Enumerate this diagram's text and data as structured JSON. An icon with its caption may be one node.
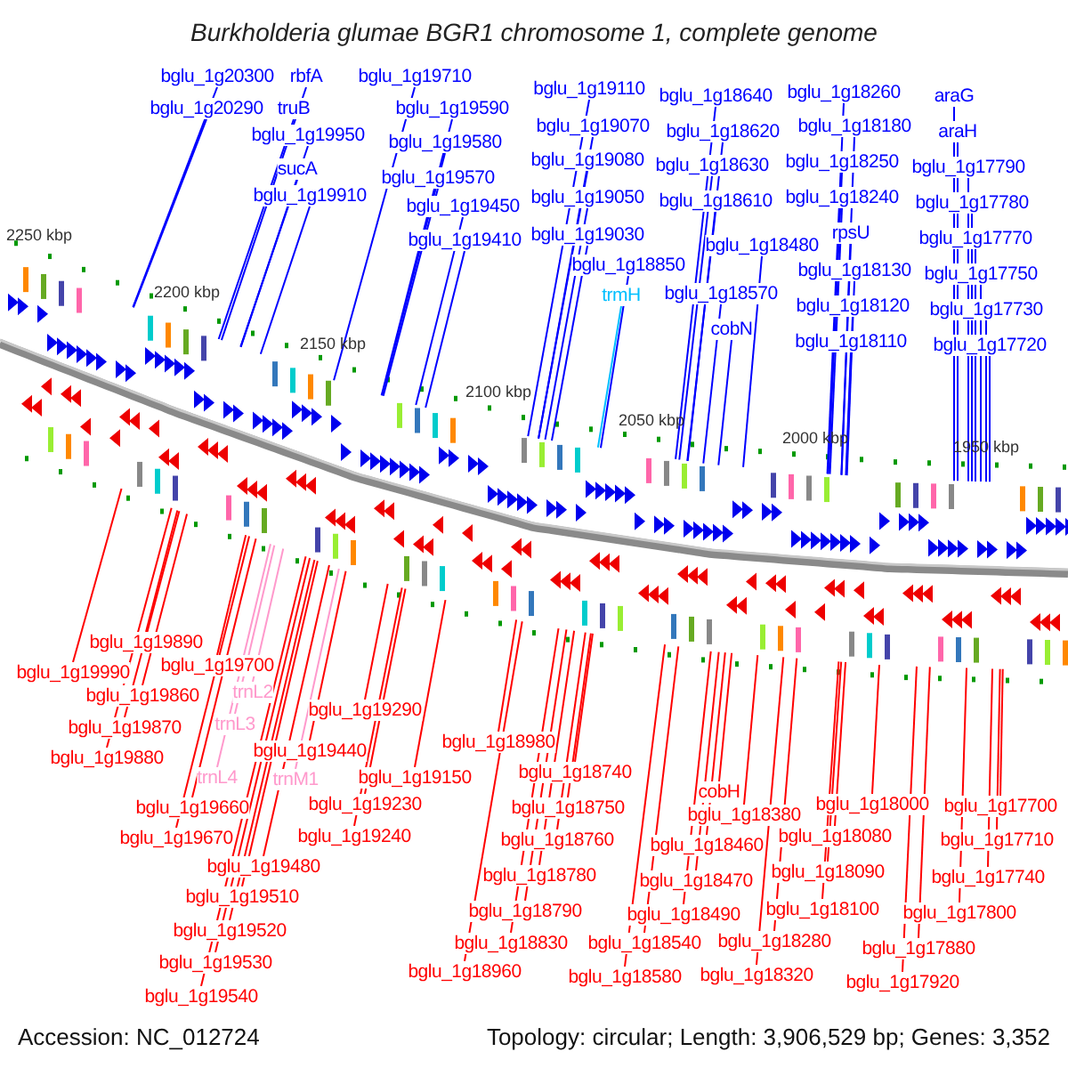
{
  "diagram": {
    "title": "Burkholderia glumae BGR1 chromosome 1, complete genome",
    "nodes": [
      {
        "text": [
          "bglu_1g20300"
        ]
      },
      {
        "text": [
          "rbfA"
        ]
      },
      {
        "text": [
          "bglu_1g20290"
        ]
      },
      {
        "text": [
          "truB"
        ]
      },
      {
        "text": [
          "bglu_1g19950"
        ]
      },
      {
        "text": [
          "sucA"
        ]
      },
      {
        "text": [
          "bglu_1g19910"
        ]
      },
      {
        "text": [
          "bglu_1g19710"
        ]
      },
      {
        "text": [
          "bglu_1g19590"
        ]
      },
      {
        "text": [
          "bglu_1g19580"
        ]
      },
      {
        "text": [
          "bglu_1g19570"
        ]
      },
      {
        "text": [
          "bglu_1g19450"
        ]
      },
      {
        "text": [
          "bglu_1g19410"
        ]
      },
      {
        "text": [
          "bglu_1g19110"
        ]
      },
      {
        "text": [
          "bglu_1g19070"
        ]
      },
      {
        "text": [
          "bglu_1g19080"
        ]
      },
      {
        "text": [
          "bglu_1g19050"
        ]
      },
      {
        "text": [
          "bglu_1g19030"
        ]
      },
      {
        "text": [
          "bglu_1g18850"
        ]
      },
      {
        "text": [
          "trmH"
        ]
      },
      {
        "text": [
          "bglu_1g18640"
        ]
      },
      {
        "text": [
          "bglu_1g18620"
        ]
      },
      {
        "text": [
          "bglu_1g18630"
        ]
      },
      {
        "text": [
          "bglu_1g18610"
        ]
      },
      {
        "text": [
          "bglu_1g18480"
        ]
      },
      {
        "text": [
          "bglu_1g18570"
        ]
      },
      {
        "text": [
          "cobN"
        ]
      },
      {
        "text": [
          "bglu_1g18260"
        ]
      },
      {
        "text": [
          "bglu_1g18180"
        ]
      },
      {
        "text": [
          "bglu_1g18250"
        ]
      },
      {
        "text": [
          "bglu_1g18240"
        ]
      },
      {
        "text": [
          "rpsU"
        ]
      },
      {
        "text": [
          "bglu_1g18130"
        ]
      },
      {
        "text": [
          "bglu_1g18120"
        ]
      },
      {
        "text": [
          "bglu_1g18110"
        ]
      },
      {
        "text": [
          "araG"
        ]
      },
      {
        "text": [
          "araH"
        ]
      },
      {
        "text": [
          "bglu_1g17790"
        ]
      },
      {
        "text": [
          "bglu_1g17780"
        ]
      },
      {
        "text": [
          "bglu_1g17770"
        ]
      },
      {
        "text": [
          "bglu_1g17750"
        ]
      },
      {
        "text": [
          "bglu_1g17730"
        ]
      },
      {
        "text": [
          "bglu_1g17720"
        ]
      },
      {
        "text": [
          "bglu_1g19890"
        ]
      },
      {
        "text": [
          "bglu_1g19990"
        ]
      },
      {
        "text": [
          "bglu_1g19700"
        ]
      },
      {
        "text": [
          "bglu_1g19860"
        ]
      },
      {
        "text": [
          "trnL2"
        ]
      },
      {
        "text": [
          "bglu_1g19870"
        ]
      },
      {
        "text": [
          "trnL3"
        ]
      },
      {
        "text": [
          "bglu_1g19880"
        ]
      },
      {
        "text": [
          "trnL4"
        ]
      },
      {
        "text": [
          "bglu_1g19290"
        ]
      },
      {
        "text": [
          "bglu_1g19440"
        ]
      },
      {
        "text": [
          "trnM1"
        ]
      },
      {
        "text": [
          "bglu_1g19150"
        ]
      },
      {
        "text": [
          "bglu_1g19230"
        ]
      },
      {
        "text": [
          "bglu_1g19660"
        ]
      },
      {
        "text": [
          "bglu_1g19240"
        ]
      },
      {
        "text": [
          "bglu_1g19670"
        ]
      },
      {
        "text": [
          "bglu_1g19480"
        ]
      },
      {
        "text": [
          "bglu_1g19510"
        ]
      },
      {
        "text": [
          "bglu_1g19520"
        ]
      },
      {
        "text": [
          "bglu_1g19530"
        ]
      },
      {
        "text": [
          "bglu_1g19540"
        ]
      },
      {
        "text": [
          "bglu_1g18980"
        ]
      },
      {
        "text": [
          "bglu_1g18740"
        ]
      },
      {
        "text": [
          "bglu_1g18750"
        ]
      },
      {
        "text": [
          "bglu_1g18760"
        ]
      },
      {
        "text": [
          "bglu_1g18780"
        ]
      },
      {
        "text": [
          "bglu_1g18790"
        ]
      },
      {
        "text": [
          "bglu_1g18830"
        ]
      },
      {
        "text": [
          "bglu_1g18960"
        ]
      },
      {
        "text": [
          "cobH"
        ]
      },
      {
        "text": [
          "bglu_1g18380"
        ]
      },
      {
        "text": [
          "bglu_1g18460"
        ]
      },
      {
        "text": [
          "bglu_1g18470"
        ]
      },
      {
        "text": [
          "bglu_1g18490"
        ]
      },
      {
        "text": [
          "bglu_1g18540"
        ]
      },
      {
        "text": [
          "bglu_1g18580"
        ]
      },
      {
        "text": [
          "bglu_1g18280"
        ]
      },
      {
        "text": [
          "bglu_1g18320"
        ]
      },
      {
        "text": [
          "bglu_1g18000"
        ]
      },
      {
        "text": [
          "bglu_1g18080"
        ]
      },
      {
        "text": [
          "bglu_1g18090"
        ]
      },
      {
        "text": [
          "bglu_1g18100"
        ]
      },
      {
        "text": [
          "bglu_1g17700"
        ]
      },
      {
        "text": [
          "bglu_1g17710"
        ]
      },
      {
        "text": [
          "bglu_1g17740"
        ]
      },
      {
        "text": [
          "bglu_1g17800"
        ]
      },
      {
        "text": [
          "bglu_1g17880"
        ]
      },
      {
        "text": [
          "bglu_1g17920"
        ]
      }
    ],
    "edges": [
      {
        "from": 0,
        "to": null,
        "arrow": "none",
        "color": "#0000ff"
      },
      {
        "from": 1,
        "to": null,
        "arrow": "none",
        "color": "#0000ff"
      },
      {
        "from": 2,
        "to": null,
        "arrow": "none",
        "color": "#0000ff"
      },
      {
        "from": 3,
        "to": null,
        "arrow": "none",
        "color": "#0000ff"
      },
      {
        "from": 4,
        "to": null,
        "arrow": "none",
        "color": "#0000ff"
      },
      {
        "from": 5,
        "to": null,
        "arrow": "none",
        "color": "#0000ff"
      },
      {
        "from": 6,
        "to": null,
        "arrow": "none",
        "color": "#0000ff"
      },
      {
        "from": 7,
        "to": null,
        "arrow": "none",
        "color": "#0000ff"
      },
      {
        "from": 8,
        "to": null,
        "arrow": "none",
        "color": "#0000ff"
      },
      {
        "from": 9,
        "to": null,
        "arrow": "none",
        "color": "#0000ff"
      },
      {
        "from": 10,
        "to": null,
        "arrow": "none",
        "color": "#0000ff"
      },
      {
        "from": 11,
        "to": null,
        "arrow": "none",
        "color": "#0000ff"
      },
      {
        "from": 12,
        "to": null,
        "arrow": "none",
        "color": "#0000ff"
      },
      {
        "from": 13,
        "to": null,
        "arrow": "none",
        "color": "#0000ff"
      },
      {
        "from": 14,
        "to": null,
        "arrow": "none",
        "color": "#0000ff"
      },
      {
        "from": 15,
        "to": null,
        "arrow": "none",
        "color": "#0000ff"
      },
      {
        "from": 16,
        "to": null,
        "arrow": "none",
        "color": "#0000ff"
      },
      {
        "from": 17,
        "to": null,
        "arrow": "none",
        "color": "#0000ff"
      },
      {
        "from": 18,
        "to": null,
        "arrow": "none",
        "color": "#0000ff"
      },
      {
        "from": 19,
        "to": null,
        "arrow": "none",
        "color": "#00bfff"
      },
      {
        "from": 20,
        "to": null,
        "arrow": "none",
        "color": "#0000ff"
      },
      {
        "from": 21,
        "to": null,
        "arrow": "none",
        "color": "#0000ff"
      },
      {
        "from": 22,
        "to": null,
        "arrow": "none",
        "color": "#0000ff"
      },
      {
        "from": 23,
        "to": null,
        "arrow": "none",
        "color": "#0000ff"
      },
      {
        "from": 24,
        "to": null,
        "arrow": "none",
        "color": "#0000ff"
      },
      {
        "from": 25,
        "to": null,
        "arrow": "none",
        "color": "#0000ff"
      },
      {
        "from": 26,
        "to": null,
        "arrow": "none",
        "color": "#0000ff"
      },
      {
        "from": 27,
        "to": null,
        "arrow": "none",
        "color": "#0000ff"
      },
      {
        "from": 28,
        "to": null,
        "arrow": "none",
        "color": "#0000ff"
      },
      {
        "from": 29,
        "to": null,
        "arrow": "none",
        "color": "#0000ff"
      },
      {
        "from": 30,
        "to": null,
        "arrow": "none",
        "color": "#0000ff"
      },
      {
        "from": 31,
        "to": null,
        "arrow": "none",
        "color": "#0000ff"
      },
      {
        "from": 32,
        "to": null,
        "arrow": "none",
        "color": "#0000ff"
      },
      {
        "from": 33,
        "to": null,
        "arrow": "none",
        "color": "#0000ff"
      },
      {
        "from": 34,
        "to": null,
        "arrow": "none",
        "color": "#0000ff"
      },
      {
        "from": 35,
        "to": null,
        "arrow": "none",
        "color": "#0000ff"
      },
      {
        "from": 36,
        "to": null,
        "arrow": "none",
        "color": "#0000ff"
      },
      {
        "from": 37,
        "to": null,
        "arrow": "none",
        "color": "#0000ff"
      },
      {
        "from": 38,
        "to": null,
        "arrow": "none",
        "color": "#0000ff"
      },
      {
        "from": 39,
        "to": null,
        "arrow": "none",
        "color": "#0000ff"
      },
      {
        "from": 40,
        "to": null,
        "arrow": "none",
        "color": "#0000ff"
      },
      {
        "from": 41,
        "to": null,
        "arrow": "none",
        "color": "#0000ff"
      },
      {
        "from": 42,
        "to": null,
        "arrow": "none",
        "color": "#0000ff"
      },
      {
        "from": 43,
        "to": null,
        "arrow": "none"
      },
      {
        "from": 44,
        "to": null,
        "arrow": "none"
      },
      {
        "from": 45,
        "to": null,
        "arrow": "none"
      },
      {
        "from": 46,
        "to": null,
        "arrow": "none"
      },
      {
        "from": 47,
        "to": null,
        "arrow": "none",
        "color": "#ff99cc"
      },
      {
        "from": 48,
        "to": null,
        "arrow": "none"
      },
      {
        "from": 49,
        "to": null,
        "arrow": "none",
        "color": "#ff99cc"
      },
      {
        "from": 50,
        "to": null,
        "arrow": "none"
      },
      {
        "from": 51,
        "to": null,
        "arrow": "none",
        "color": "#ff99cc"
      },
      {
        "from": 52,
        "to": null,
        "arrow": "none"
      },
      {
        "from": 53,
        "to": null,
        "arrow": "none"
      },
      {
        "from": 54,
        "to": null,
        "arrow": "none",
        "color": "#ff99cc"
      },
      {
        "from": 55,
        "to": null,
        "arrow": "none"
      },
      {
        "from": 56,
        "to": null,
        "arrow": "none"
      },
      {
        "from": 57,
        "to": null,
        "arrow": "none"
      },
      {
        "from": 58,
        "to": null,
        "arrow": "none"
      },
      {
        "from": 59,
        "to": null,
        "arrow": "none"
      },
      {
        "from": 60,
        "to": null,
        "arrow": "none"
      },
      {
        "from": 61,
        "to": null,
        "arrow": "none"
      },
      {
        "from": 62,
        "to": null,
        "arrow": "none"
      },
      {
        "from": 63,
        "to": null,
        "arrow": "none"
      },
      {
        "from": 64,
        "to": null,
        "arrow": "none"
      },
      {
        "from": 65,
        "to": null,
        "arrow": "none"
      },
      {
        "from": 66,
        "to": null,
        "arrow": "none"
      },
      {
        "from": 67,
        "to": null,
        "arrow": "none"
      },
      {
        "from": 68,
        "to": null,
        "arrow": "none"
      },
      {
        "from": 69,
        "to": null,
        "arrow": "none"
      },
      {
        "from": 70,
        "to": null,
        "arrow": "none"
      },
      {
        "from": 71,
        "to": null,
        "arrow": "none"
      },
      {
        "from": 72,
        "to": null,
        "arrow": "none"
      },
      {
        "from": 73,
        "to": null,
        "arrow": "none"
      },
      {
        "from": 74,
        "to": null,
        "arrow": "none"
      },
      {
        "from": 75,
        "to": null,
        "arrow": "none"
      },
      {
        "from": 76,
        "to": null,
        "arrow": "none"
      },
      {
        "from": 77,
        "to": null,
        "arrow": "none"
      },
      {
        "from": 78,
        "to": null,
        "arrow": "none"
      },
      {
        "from": 79,
        "to": null,
        "arrow": "none"
      },
      {
        "from": 80,
        "to": null,
        "arrow": "none"
      },
      {
        "from": 81,
        "to": null,
        "arrow": "none"
      },
      {
        "from": 82,
        "to": null,
        "arrow": "none"
      },
      {
        "from": 83,
        "to": null,
        "arrow": "none"
      },
      {
        "from": 84,
        "to": null,
        "arrow": "none"
      },
      {
        "from": 85,
        "to": null,
        "arrow": "none"
      },
      {
        "from": 86,
        "to": null,
        "arrow": "none"
      },
      {
        "from": 87,
        "to": null,
        "arrow": "none"
      },
      {
        "from": 88,
        "to": null,
        "arrow": "none"
      },
      {
        "from": 89,
        "to": null,
        "arrow": "none"
      },
      {
        "from": 90,
        "to": null,
        "arrow": "none"
      },
      {
        "from": 91,
        "to": null,
        "arrow": "none"
      }
    ],
    "labels": [
      "2250 kbp",
      "2200 kbp",
      "2150 kbp",
      "2100 kbp",
      "2050 kbp",
      "2000 kbp",
      "1950 kbp",
      "Accession: NC_012724",
      "Topology: circular; Length: 3,906,529 bp; Genes: 3,352"
    ]
  }
}
